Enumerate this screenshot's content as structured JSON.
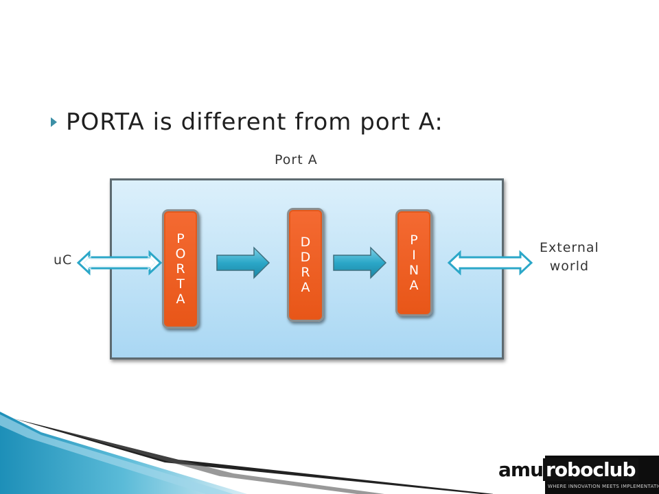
{
  "slide": {
    "bullet": "PORTA is different from port A:",
    "port_label": "Port A",
    "uc_label": "uC",
    "external_label_line1": "External",
    "external_label_line2": "world"
  },
  "registers": [
    {
      "name": "PORTA",
      "letters": [
        "P",
        "O",
        "R",
        "T",
        "A"
      ]
    },
    {
      "name": "DDRA",
      "letters": [
        "D",
        "D",
        "R",
        "A"
      ]
    },
    {
      "name": "PINA",
      "letters": [
        "P",
        "I",
        "N",
        "A"
      ]
    }
  ],
  "logo": {
    "part1": "amu",
    "part2": "roboclub",
    "tagline": "WHERE INNOVATION MEETS IMPLEMENTATION"
  },
  "colors": {
    "register_fill": "#f0622a",
    "port_box": "#bfe3f7",
    "arrow_fill": "#2ba7c8",
    "bullet": "#3c8fa6"
  }
}
